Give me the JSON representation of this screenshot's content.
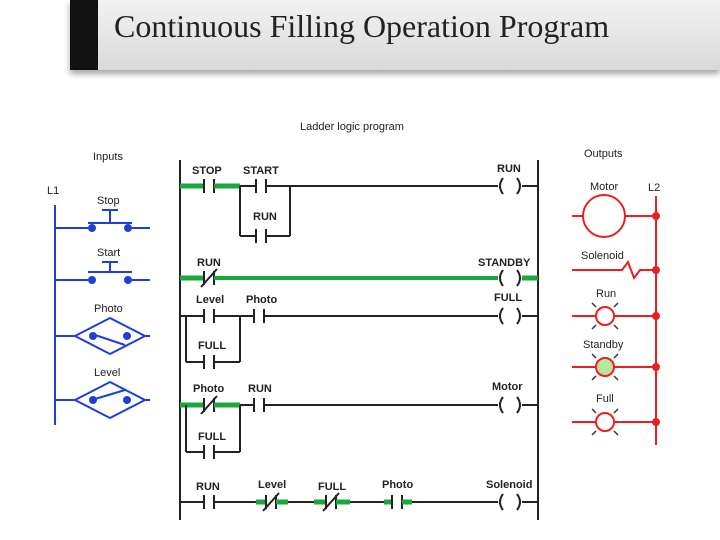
{
  "title": "Continuous Filling Operation Program",
  "ladder_heading": "Ladder logic program",
  "inputs": {
    "heading": "Inputs",
    "rail_label": "L1",
    "devices": [
      "Stop",
      "Start",
      "Photo",
      "Level"
    ]
  },
  "outputs": {
    "heading": "Outputs",
    "rail_label": "L2",
    "devices": [
      "Motor",
      "Solenoid",
      "Run",
      "Standby",
      "Full"
    ]
  },
  "rungs": {
    "r1": {
      "stop": "STOP",
      "start": "START",
      "run_seal": "RUN",
      "coil": "RUN"
    },
    "r2": {
      "run": "RUN",
      "coil": "STANDBY"
    },
    "r3": {
      "level": "Level",
      "photo": "Photo",
      "full_seal": "FULL",
      "coil": "FULL"
    },
    "r4": {
      "photo": "Photo",
      "run": "RUN",
      "full": "FULL",
      "coil": "Motor"
    },
    "r5": {
      "run": "RUN",
      "level": "Level",
      "full": "FULL",
      "photo": "Photo",
      "coil": "Solenoid"
    }
  },
  "colors": {
    "input_wiring": "#1f3fd6",
    "output_wiring": "#e8201f",
    "energized": "#1aa83c",
    "ladder": "#222222",
    "standby_lamp": "#b8e6a0"
  }
}
